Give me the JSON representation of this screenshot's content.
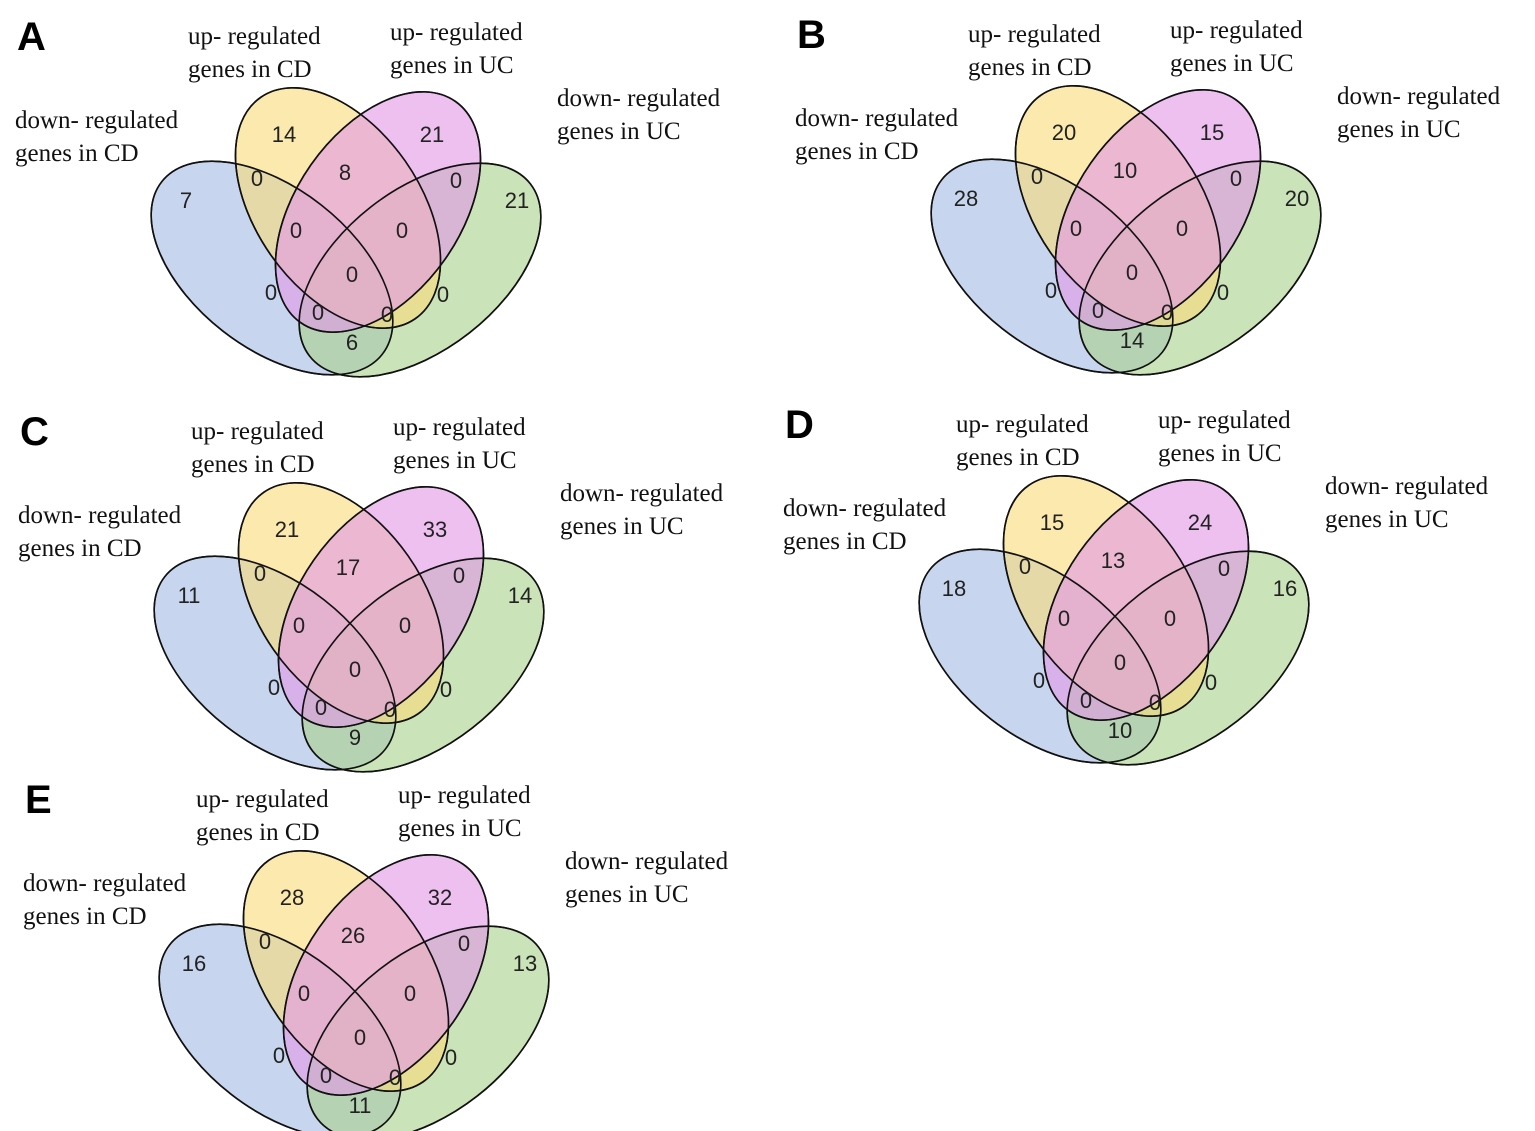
{
  "figure": {
    "sets": {
      "down_cd": {
        "label_lines": [
          "down- regulated",
          "genes in CD"
        ],
        "color": "#a4bde3"
      },
      "up_cd": {
        "label_lines": [
          "up-  regulated",
          "genes in CD"
        ],
        "color": "#f9dc7d"
      },
      "up_uc": {
        "label_lines": [
          "up-  regulated",
          "genes in UC"
        ],
        "color": "#e29ae6"
      },
      "down_uc": {
        "label_lines": [
          "down-  regulated",
          "genes in UC"
        ],
        "color": "#a9d28d"
      }
    },
    "panels": [
      {
        "letter": "A",
        "counts": {
          "down_cd_only": 7,
          "up_cd_only": 14,
          "up_uc_only": 21,
          "down_uc_only": 21,
          "up_cd_up_uc": 8,
          "down_cd_down_uc": 6,
          "down_cd_up_cd": 0,
          "up_uc_down_uc": 0,
          "dcd_ucd_uuc": 0,
          "ucd_uuc_duc": 0,
          "all_four": 0,
          "dcd_uuc": 0,
          "ucd_duc": 0,
          "dcd_uuc_duc": 0,
          "dcd_ucd_duc": 0
        }
      },
      {
        "letter": "B",
        "counts": {
          "down_cd_only": 28,
          "up_cd_only": 20,
          "up_uc_only": 15,
          "down_uc_only": 20,
          "up_cd_up_uc": 10,
          "down_cd_down_uc": 14,
          "down_cd_up_cd": 0,
          "up_uc_down_uc": 0,
          "dcd_ucd_uuc": 0,
          "ucd_uuc_duc": 0,
          "all_four": 0,
          "dcd_uuc": 0,
          "ucd_duc": 0,
          "dcd_uuc_duc": 0,
          "dcd_ucd_duc": 0
        }
      },
      {
        "letter": "C",
        "counts": {
          "down_cd_only": 11,
          "up_cd_only": 21,
          "up_uc_only": 33,
          "down_uc_only": 14,
          "up_cd_up_uc": 17,
          "down_cd_down_uc": 9,
          "down_cd_up_cd": 0,
          "up_uc_down_uc": 0,
          "dcd_ucd_uuc": 0,
          "ucd_uuc_duc": 0,
          "all_four": 0,
          "dcd_uuc": 0,
          "ucd_duc": 0,
          "dcd_uuc_duc": 0,
          "dcd_ucd_duc": 0
        }
      },
      {
        "letter": "D",
        "counts": {
          "down_cd_only": 18,
          "up_cd_only": 15,
          "up_uc_only": 24,
          "down_uc_only": 16,
          "up_cd_up_uc": 13,
          "down_cd_down_uc": 10,
          "down_cd_up_cd": 0,
          "up_uc_down_uc": 0,
          "dcd_ucd_uuc": 0,
          "ucd_uuc_duc": 0,
          "all_four": 0,
          "dcd_uuc": 0,
          "ucd_duc": 0,
          "dcd_uuc_duc": 0,
          "dcd_ucd_duc": 0
        }
      },
      {
        "letter": "E",
        "counts": {
          "down_cd_only": 16,
          "up_cd_only": 28,
          "up_uc_only": 32,
          "down_uc_only": 13,
          "up_cd_up_uc": 26,
          "down_cd_down_uc": 11,
          "down_cd_up_cd": 0,
          "up_uc_down_uc": 0,
          "dcd_ucd_uuc": 0,
          "ucd_uuc_duc": 0,
          "all_four": 0,
          "dcd_uuc": 0,
          "ucd_duc": 0,
          "dcd_uuc_duc": 0,
          "dcd_ucd_duc": 0
        }
      }
    ]
  }
}
